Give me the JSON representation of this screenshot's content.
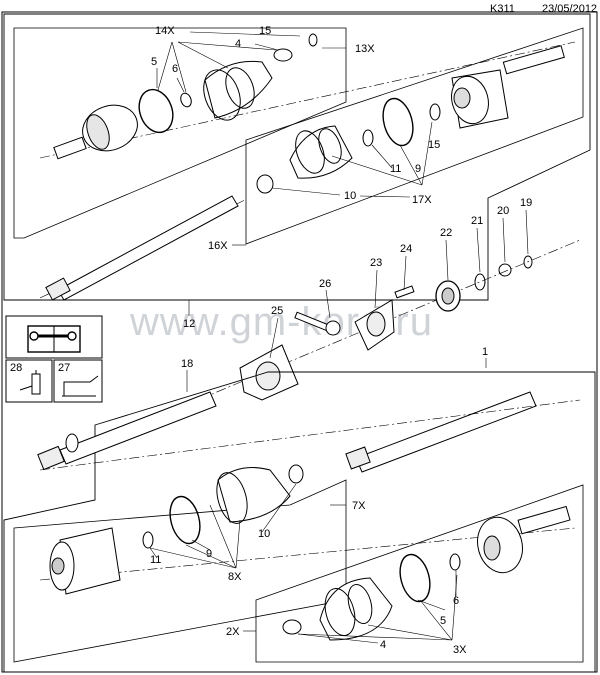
{
  "header": {
    "code": "K311",
    "date": "23/05/2012"
  },
  "watermark": "www.gm-kord.ru",
  "callouts": {
    "c14X": "14X",
    "c15a": "15",
    "c4a": "4",
    "c13X": "13X",
    "c5a": "5",
    "c6a": "6",
    "c11a": "11",
    "c9a": "9",
    "c15b": "15",
    "c10a": "10",
    "c17X": "17X",
    "c16X": "16X",
    "c12": "12",
    "c24": "24",
    "c23": "23",
    "c22": "22",
    "c21": "21",
    "c20": "20",
    "c19": "19",
    "c26": "26",
    "c25": "25",
    "c18": "18",
    "c1": "1",
    "c28": "28",
    "c27": "27",
    "c7X": "7X",
    "c10b": "10",
    "c11b": "11",
    "c9b": "9",
    "c8X": "8X",
    "c5b": "5",
    "c6b": "6",
    "c2X": "2X",
    "c4b": "4",
    "c3X": "3X"
  },
  "colors": {
    "line": "#000000",
    "part_fill": "#ffffff",
    "shade": "#d9d9d9",
    "watermark": "#cfd3d8"
  }
}
